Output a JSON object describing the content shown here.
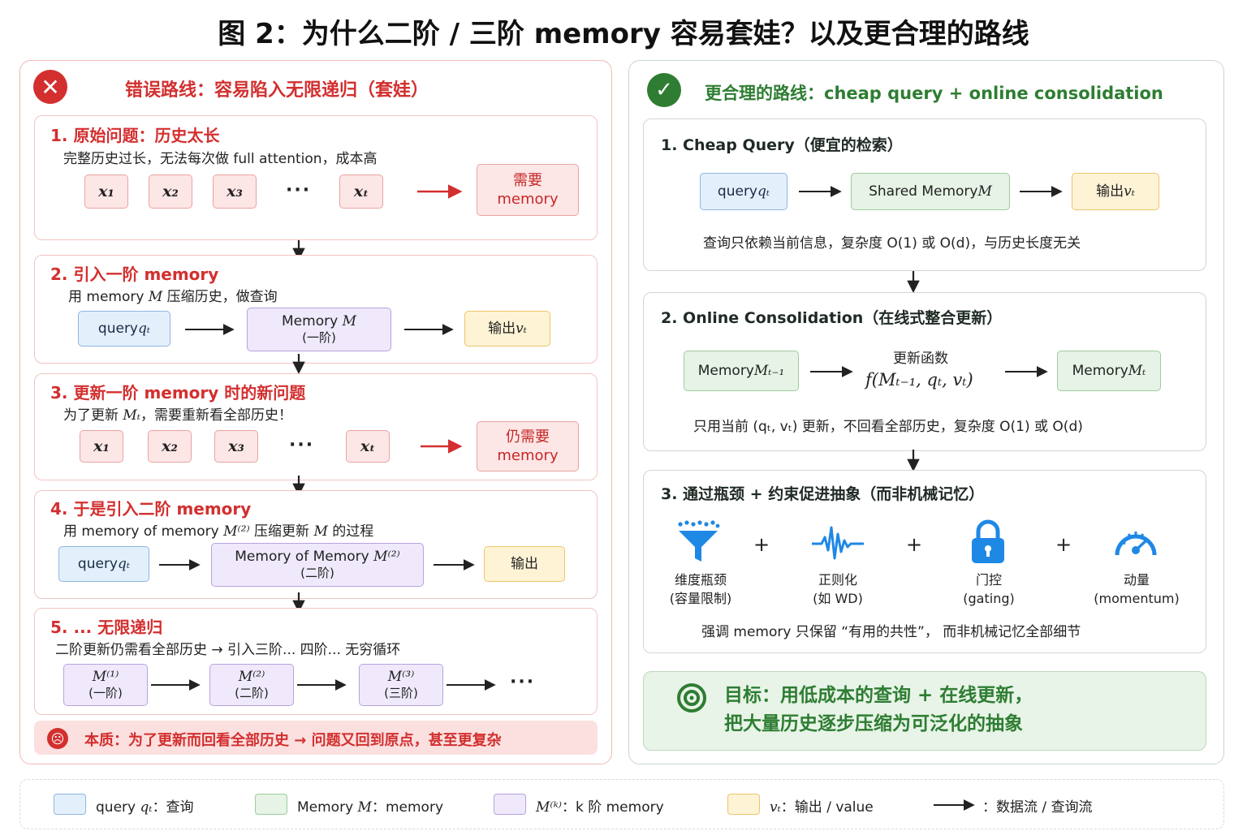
{
  "title": "图 2：为什么二阶 / 三阶 memory 容易套娃？以及更合理的路线",
  "left": {
    "header": "错误路线：容易陷入无限递归（套娃）",
    "steps": [
      {
        "title": "1. 原始问题：历史太长",
        "desc": "完整历史过长，无法每次做 full attention，成本高",
        "tokens": [
          "x₁",
          "x₂",
          "x₃",
          "···",
          "xₜ"
        ],
        "result_line1": "需要",
        "result_line2": "memory"
      },
      {
        "title": "2. 引入一阶 memory",
        "desc_pre": "用 memory ",
        "desc_var": "M",
        "desc_post": " 压缩历史，做查询",
        "query": "query ",
        "query_var": "qₜ",
        "memory_line1": "Memory ",
        "memory_var": "M",
        "memory_line2": "(一阶)",
        "output": "输出 ",
        "output_var": "vₜ"
      },
      {
        "title": "3. 更新一阶 memory 时的新问题",
        "desc_pre": "为了更新 ",
        "desc_var": "Mₜ",
        "desc_post": "，需要重新看全部历史！",
        "tokens": [
          "x₁",
          "x₂",
          "x₃",
          "···",
          "xₜ"
        ],
        "result_line1": "仍需要",
        "result_line2": "memory"
      },
      {
        "title": "4. 于是引入二阶 memory",
        "desc_pre": "用 memory of memory ",
        "desc_var": "M⁽²⁾",
        "desc_mid": " 压缩更新 ",
        "desc_var2": "M",
        "desc_post": " 的过程",
        "query": "query ",
        "query_var": "qₜ",
        "memory_line1": "Memory of Memory ",
        "memory_var": "M⁽²⁾",
        "memory_line2": "(二阶)",
        "output": "输出"
      },
      {
        "title": "5. ... 无限递归",
        "desc": "二阶更新仍需看全部历史 → 引入三阶... 四阶... 无穷循环",
        "chain": [
          {
            "var": "M⁽¹⁾",
            "sub": "(一阶)"
          },
          {
            "var": "M⁽²⁾",
            "sub": "(二阶)"
          },
          {
            "var": "M⁽³⁾",
            "sub": "(三阶)"
          }
        ],
        "chain_more": "···"
      }
    ],
    "essence": "本质：为了更新而回看全部历史 → 问题又回到原点，甚至更复杂"
  },
  "right": {
    "header": "更合理的路线：cheap query + online consolidation",
    "step1": {
      "title": "1. Cheap Query（便宜的检索）",
      "query": "query ",
      "query_var": "qₜ",
      "memory": "Shared Memory ",
      "memory_var": "M",
      "output": "输出 ",
      "output_var": "vₜ",
      "note": "查询只依赖当前信息，复杂度 O(1) 或 O(d)，与历史长度无关"
    },
    "step2": {
      "title": "2. Online Consolidation（在线式整合更新）",
      "mem_in": "Memory ",
      "mem_in_var": "Mₜ₋₁",
      "func_label": "更新函数",
      "func": "f(Mₜ₋₁, qₜ, vₜ)",
      "mem_out": "Memory ",
      "mem_out_var": "Mₜ",
      "note": "只用当前 (qₜ, vₜ) 更新，不回看全部历史，复杂度 O(1) 或 O(d)"
    },
    "step3": {
      "title": "3. 通过瓶颈 + 约束促进抽象（而非机械记忆）",
      "items": [
        {
          "icon": "funnel-icon",
          "line1": "维度瓶颈",
          "line2": "(容量限制)"
        },
        {
          "icon": "waveform-icon",
          "line1": "正则化",
          "line2": "(如 WD)"
        },
        {
          "icon": "lock-icon",
          "line1": "门控",
          "line2": "(gating)"
        },
        {
          "icon": "gauge-icon",
          "line1": "动量",
          "line2": "(momentum)"
        }
      ],
      "plus": "+",
      "note": "强调 memory 只保留 “有用的共性”， 而非机械记忆全部细节"
    },
    "goal_line1": "目标：用低成本的查询 + 在线更新，",
    "goal_line2": "把大量历史逐步压缩为可泛化的抽象"
  },
  "legend": [
    {
      "label_pre": "query ",
      "label_var": "qₜ",
      "label_post": "：查询",
      "color": "#e3f0fc"
    },
    {
      "label_pre": "Memory ",
      "label_var": "M",
      "label_post": "：memory",
      "color": "#e6f3e6"
    },
    {
      "label_pre": "",
      "label_var": "M⁽ᵏ⁾",
      "label_post": "：k 阶 memory",
      "color": "#efe9fb"
    },
    {
      "label_pre": "",
      "label_var": "vₜ",
      "label_post": "：输出 / value",
      "color": "#fff3d6"
    },
    {
      "label_pre": "",
      "label_var": "",
      "label_post": "：数据流 / 查询流",
      "color": "#222222"
    }
  ],
  "colors": {
    "error": "#d32f2f",
    "ok": "#2e7d32",
    "blue": "#1e88e5"
  }
}
